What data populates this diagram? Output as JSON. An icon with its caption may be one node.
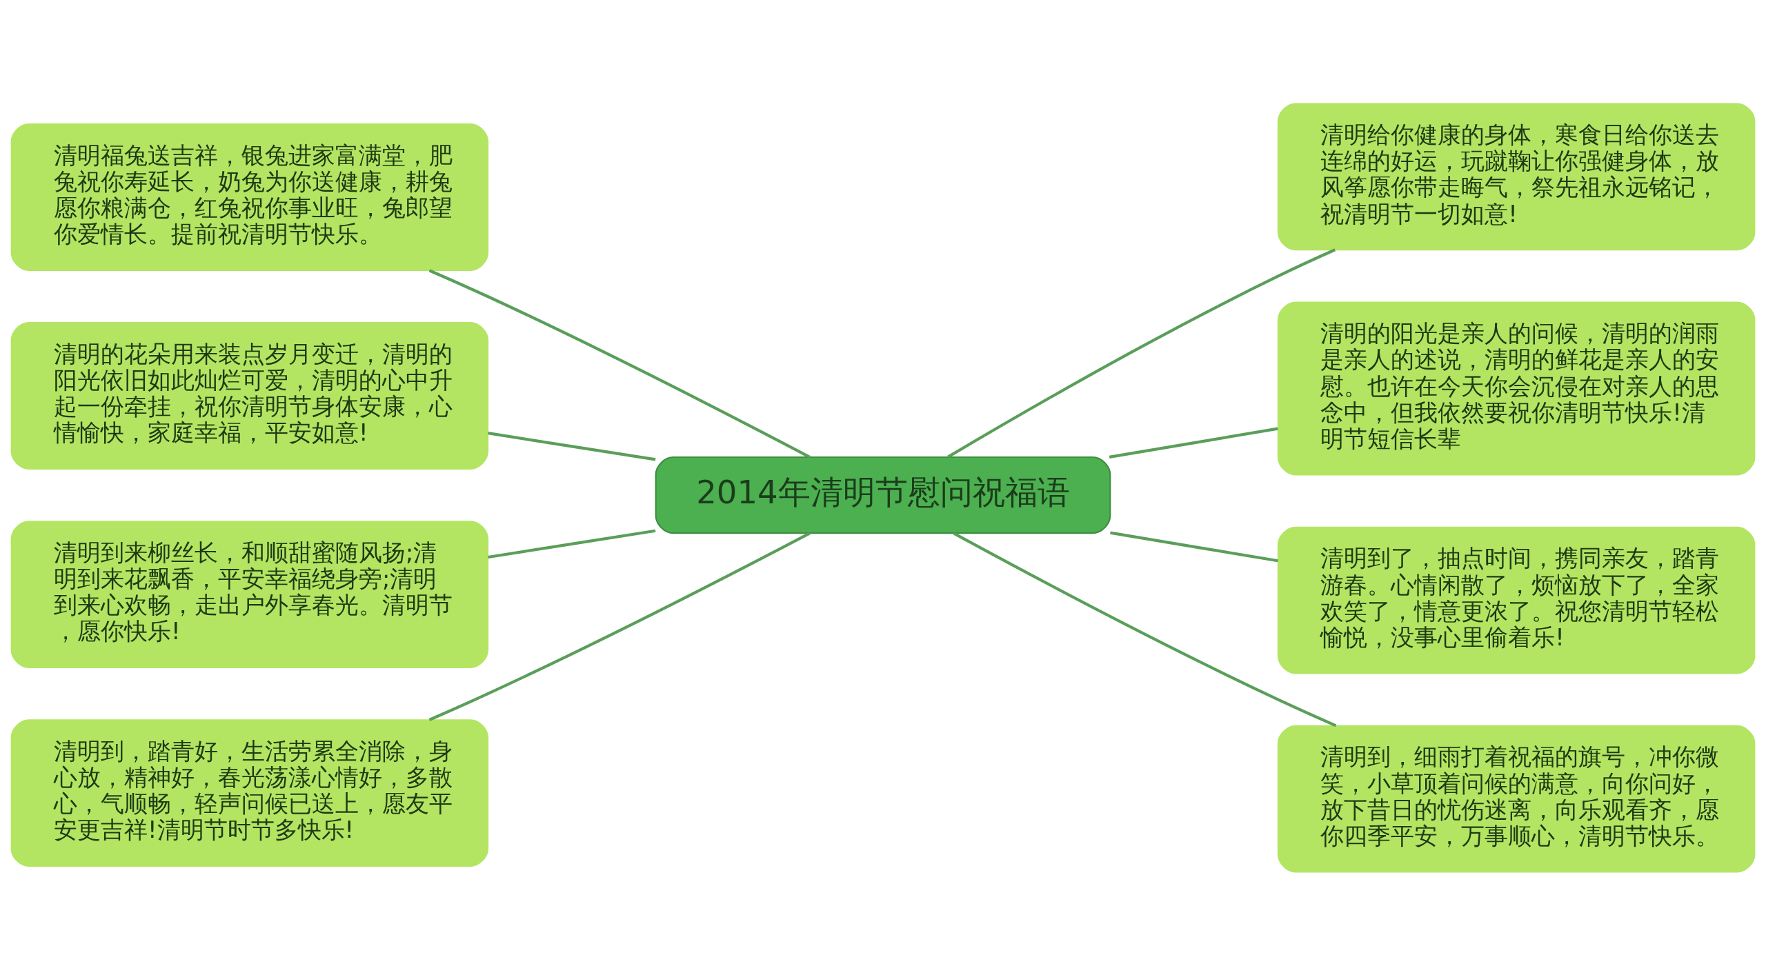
{
  "diagram": {
    "nodes": [
      {
        "text": [
          "2014年清明节慰问祝福语"
        ]
      },
      {
        "text": [
          "清明福兔送吉祥，银兔进家富满堂，肥兔祝你寿延长，奶兔为你送健康，耕兔愿你粮满仓，红兔祝你事业旺，兔郎望你爱情长。提前祝清明节快乐。"
        ]
      },
      {
        "text": [
          "清明的花朵用来装点岁月变迁，清明的阳光依旧如此灿烂可爱，清明的心中升起一份牵挂，祝你清明节身体安康，心情愉快，家庭幸福，平安如意!"
        ]
      },
      {
        "text": [
          "清明到来柳丝长，和顺甜蜜随风扬;清明到来花飘香，平安幸福绕身旁;清明到来心欢畅，走出户外享春光。清明节，愿你快乐!"
        ]
      },
      {
        "text": [
          "清明到，踏青好，生活劳累全消除，身心放，精神好，春光荡漾心情好，多散心，气顺畅，轻声问候已送上，愿友平安更吉祥!清明节时节多快乐!"
        ]
      },
      {
        "text": [
          "清明给你健康的身体，寒食日给你送去连绵的好运，玩蹴鞠让你强健身体，放风筝愿你带走晦气，祭先祖永远铭记，祝清明节一切如意!"
        ]
      },
      {
        "text": [
          "清明的阳光是亲人的问候，清明的润雨是亲人的述说，清明的鲜花是亲人的安慰。也许在今天你会沉侵在对亲人的思念中，但我依然要祝你清明节快乐!清明节短信长辈"
        ]
      },
      {
        "text": [
          "清明到了，抽点时间，携同亲友，踏青游春。心情闲散了，烦恼放下了，全家欢笑了，情意更浓了。祝您清明节轻松愉悦，没事心里偷着乐!"
        ]
      },
      {
        "text": [
          "清明到，细雨打着祝福的旗号，冲你微笑，小草顶着问候的满意，向你问好，放下昔日的忧伤迷离，向乐观看齐，愿你四季平安，万事顺心，清明节快乐。"
        ]
      }
    ],
    "edges": [
      {
        "from": 1,
        "to": 0,
        "arrow": "none"
      },
      {
        "from": 2,
        "to": 0,
        "arrow": "none"
      },
      {
        "from": 3,
        "to": 0,
        "arrow": "none"
      },
      {
        "from": 4,
        "to": 0,
        "arrow": "none"
      },
      {
        "from": 0,
        "to": 5,
        "arrow": "none"
      },
      {
        "from": 0,
        "to": 6,
        "arrow": "none"
      },
      {
        "from": 0,
        "to": 7,
        "arrow": "none"
      },
      {
        "from": 0,
        "to": 8,
        "arrow": "none"
      }
    ]
  }
}
